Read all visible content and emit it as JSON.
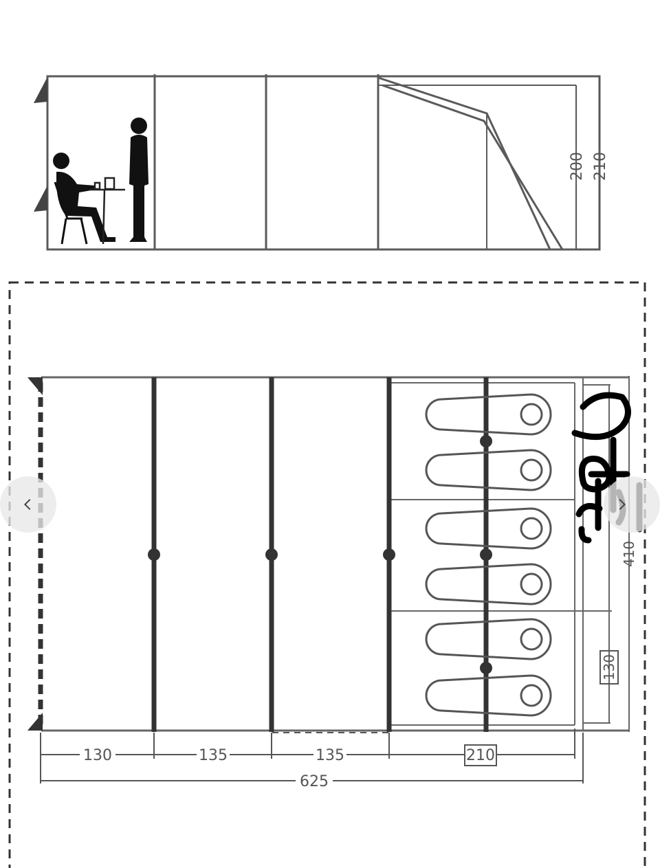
{
  "side_view": {
    "height_inner": "200",
    "height_outer": "210"
  },
  "floor_plan": {
    "segments": [
      "130",
      "135",
      "135",
      "210"
    ],
    "total_length": "625",
    "depth": "410",
    "bedroom_depth": "130",
    "handwritten_note": "2인용"
  },
  "nav": {
    "prev_icon": "chevron-left-icon",
    "next_icon": "chevron-right-icon"
  },
  "colors": {
    "line": "#5a5a5a",
    "pole": "#333333",
    "ink": "#000000",
    "nav_bg": "#e8e8e8"
  }
}
